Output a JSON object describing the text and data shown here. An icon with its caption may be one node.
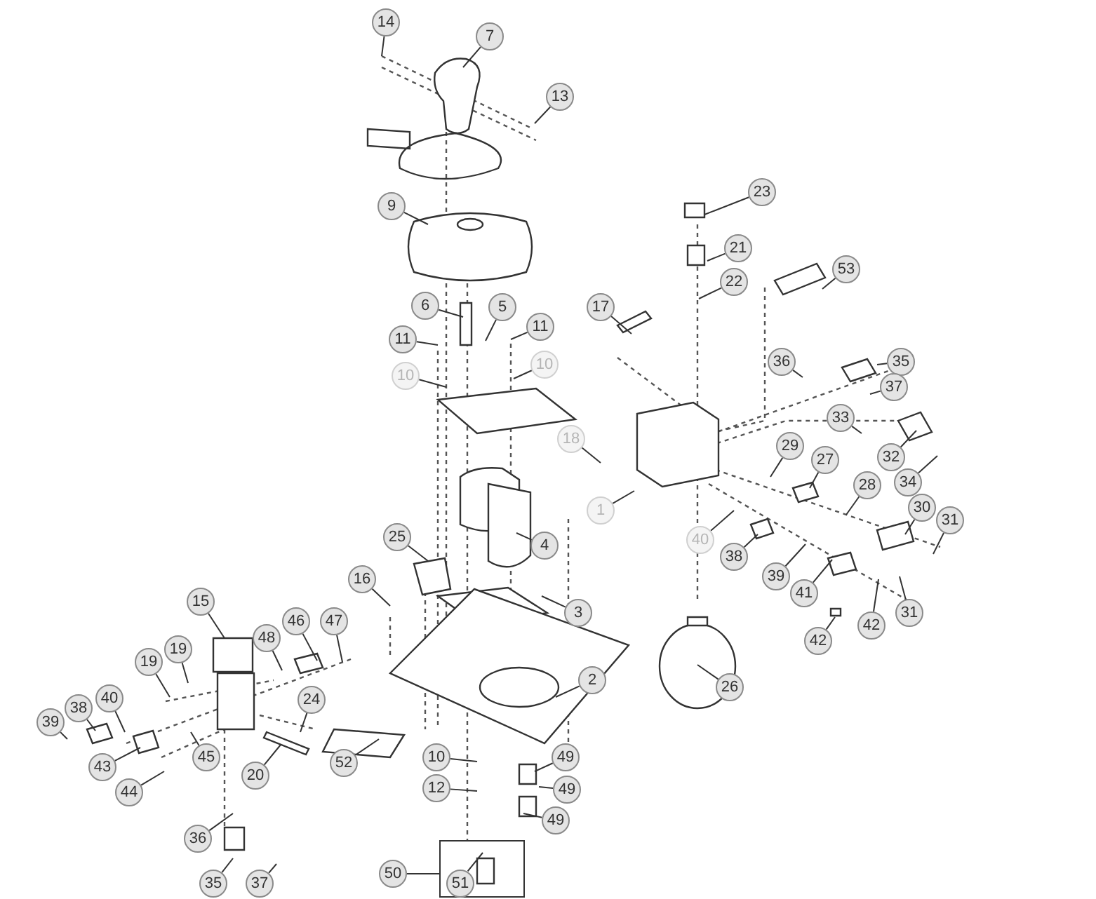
{
  "diagram": {
    "nodes": [
      {
        "text": [
          "14"
        ]
      },
      {
        "text": [
          "7"
        ]
      },
      {
        "text": [
          "13"
        ]
      },
      {
        "text": [
          "9"
        ]
      },
      {
        "text": [
          "23"
        ]
      },
      {
        "text": [
          "21"
        ]
      },
      {
        "text": [
          "22"
        ]
      },
      {
        "text": [
          "53"
        ]
      },
      {
        "text": [
          "6"
        ]
      },
      {
        "text": [
          "17"
        ]
      },
      {
        "text": [
          "5"
        ]
      },
      {
        "text": [
          "11"
        ]
      },
      {
        "text": [
          "11"
        ]
      },
      {
        "text": [
          "10"
        ]
      },
      {
        "text": [
          "10"
        ]
      },
      {
        "text": [
          "36"
        ]
      },
      {
        "text": [
          "35"
        ]
      },
      {
        "text": [
          "37"
        ]
      },
      {
        "text": [
          "33"
        ]
      },
      {
        "text": [
          "18"
        ]
      },
      {
        "text": [
          "29"
        ]
      },
      {
        "text": [
          "32"
        ]
      },
      {
        "text": [
          "27"
        ]
      },
      {
        "text": [
          "34"
        ]
      },
      {
        "text": [
          "28"
        ]
      },
      {
        "text": [
          "30"
        ]
      },
      {
        "text": [
          "1"
        ]
      },
      {
        "text": [
          "31"
        ]
      },
      {
        "text": [
          "40"
        ]
      },
      {
        "text": [
          "25"
        ]
      },
      {
        "text": [
          "4"
        ]
      },
      {
        "text": [
          "38"
        ]
      },
      {
        "text": [
          "39"
        ]
      },
      {
        "text": [
          "41"
        ]
      },
      {
        "text": [
          "15"
        ]
      },
      {
        "text": [
          "3"
        ]
      },
      {
        "text": [
          "31"
        ]
      },
      {
        "text": [
          "42"
        ]
      },
      {
        "text": [
          "16"
        ]
      },
      {
        "text": [
          "46"
        ]
      },
      {
        "text": [
          "47"
        ]
      },
      {
        "text": [
          "42"
        ]
      },
      {
        "text": [
          "48"
        ]
      },
      {
        "text": [
          "19"
        ]
      },
      {
        "text": [
          "19"
        ]
      },
      {
        "text": [
          "2"
        ]
      },
      {
        "text": [
          "40"
        ]
      },
      {
        "text": [
          "24"
        ]
      },
      {
        "text": [
          "38"
        ]
      },
      {
        "text": [
          "39"
        ]
      },
      {
        "text": [
          "10"
        ]
      },
      {
        "text": [
          "49"
        ]
      },
      {
        "text": [
          "52"
        ]
      },
      {
        "text": [
          "45"
        ]
      },
      {
        "text": [
          "43"
        ]
      },
      {
        "text": [
          "20"
        ]
      },
      {
        "text": [
          "12"
        ]
      },
      {
        "text": [
          "49"
        ]
      },
      {
        "text": [
          "44"
        ]
      },
      {
        "text": [
          "49"
        ]
      },
      {
        "text": [
          "36"
        ]
      },
      {
        "text": [
          "50"
        ]
      },
      {
        "text": [],
        "shape": "box"
      },
      {
        "text": [
          "51"
        ],
        "in": 62
      },
      {
        "text": [
          "35"
        ]
      },
      {
        "text": [
          "37"
        ]
      },
      {
        "text": [
          "26"
        ]
      }
    ],
    "edges": [
      {
        "from": 0,
        "to": null,
        "arrow": "none"
      },
      {
        "from": 1,
        "to": null,
        "arrow": "none"
      },
      {
        "from": 2,
        "to": null,
        "arrow": "none"
      },
      {
        "from": 3,
        "to": null,
        "arrow": "none"
      },
      {
        "from": 4,
        "to": null,
        "arrow": "none"
      },
      {
        "from": 5,
        "to": null,
        "arrow": "none"
      },
      {
        "from": 6,
        "to": null,
        "arrow": "none"
      },
      {
        "from": 7,
        "to": null,
        "arrow": "none"
      },
      {
        "from": 8,
        "to": null,
        "arrow": "none"
      },
      {
        "from": 9,
        "to": null,
        "arrow": "none"
      },
      {
        "from": 10,
        "to": null,
        "arrow": "none"
      },
      {
        "from": 11,
        "to": null,
        "arrow": "none"
      },
      {
        "from": 12,
        "to": null,
        "arrow": "none"
      },
      {
        "from": 13,
        "to": null,
        "arrow": "none"
      },
      {
        "from": 14,
        "to": null,
        "arrow": "none"
      },
      {
        "from": 15,
        "to": null,
        "arrow": "none"
      },
      {
        "from": 16,
        "to": null,
        "arrow": "none"
      },
      {
        "from": 17,
        "to": null,
        "arrow": "none"
      },
      {
        "from": 18,
        "to": null,
        "arrow": "none"
      },
      {
        "from": 19,
        "to": null,
        "arrow": "none"
      },
      {
        "from": 20,
        "to": null,
        "arrow": "none"
      },
      {
        "from": 21,
        "to": null,
        "arrow": "none"
      },
      {
        "from": 22,
        "to": null,
        "arrow": "none"
      },
      {
        "from": 23,
        "to": null,
        "arrow": "none"
      },
      {
        "from": 24,
        "to": null,
        "arrow": "none"
      },
      {
        "from": 25,
        "to": null,
        "arrow": "none"
      },
      {
        "from": 26,
        "to": null,
        "arrow": "none"
      },
      {
        "from": 27,
        "to": null,
        "arrow": "none"
      },
      {
        "from": 28,
        "to": null,
        "arrow": "none"
      },
      {
        "from": 29,
        "to": null,
        "arrow": "none"
      },
      {
        "from": 30,
        "to": null,
        "arrow": "none"
      },
      {
        "from": 31,
        "to": null,
        "arrow": "none"
      },
      {
        "from": 32,
        "to": null,
        "arrow": "none"
      },
      {
        "from": 33,
        "to": null,
        "arrow": "none"
      },
      {
        "from": 34,
        "to": null,
        "arrow": "none"
      },
      {
        "from": 35,
        "to": null,
        "arrow": "none"
      },
      {
        "from": 36,
        "to": null,
        "arrow": "none"
      },
      {
        "from": 37,
        "to": null,
        "arrow": "none"
      },
      {
        "from": 38,
        "to": null,
        "arrow": "none"
      },
      {
        "from": 39,
        "to": null,
        "arrow": "none"
      },
      {
        "from": 40,
        "to": null,
        "arrow": "none"
      },
      {
        "from": 41,
        "to": null,
        "arrow": "none"
      },
      {
        "from": 42,
        "to": null,
        "arrow": "none"
      },
      {
        "from": 43,
        "to": null,
        "arrow": "none"
      },
      {
        "from": 44,
        "to": null,
        "arrow": "none"
      },
      {
        "from": 45,
        "to": null,
        "arrow": "none"
      },
      {
        "from": 46,
        "to": null,
        "arrow": "none"
      },
      {
        "from": 47,
        "to": null,
        "arrow": "none"
      },
      {
        "from": 48,
        "to": null,
        "arrow": "none"
      },
      {
        "from": 49,
        "to": null,
        "arrow": "none"
      },
      {
        "from": 50,
        "to": null,
        "arrow": "none"
      },
      {
        "from": 51,
        "to": null,
        "arrow": "none"
      },
      {
        "from": 52,
        "to": null,
        "arrow": "none"
      },
      {
        "from": 53,
        "to": null,
        "arrow": "none"
      },
      {
        "from": 54,
        "to": null,
        "arrow": "none"
      },
      {
        "from": 55,
        "to": null,
        "arrow": "none"
      },
      {
        "from": 56,
        "to": null,
        "arrow": "none"
      },
      {
        "from": 57,
        "to": null,
        "arrow": "none"
      },
      {
        "from": 58,
        "to": null,
        "arrow": "none"
      },
      {
        "from": 59,
        "to": null,
        "arrow": "none"
      },
      {
        "from": 60,
        "to": null,
        "arrow": "none"
      },
      {
        "from": 61,
        "to": 62,
        "arrow": "none"
      },
      {
        "from": 63,
        "to": null,
        "arrow": "none"
      },
      {
        "from": 64,
        "to": null,
        "arrow": "none"
      },
      {
        "from": 65,
        "to": null,
        "arrow": "none"
      },
      {
        "from": 66,
        "to": null,
        "arrow": "none"
      }
    ]
  }
}
